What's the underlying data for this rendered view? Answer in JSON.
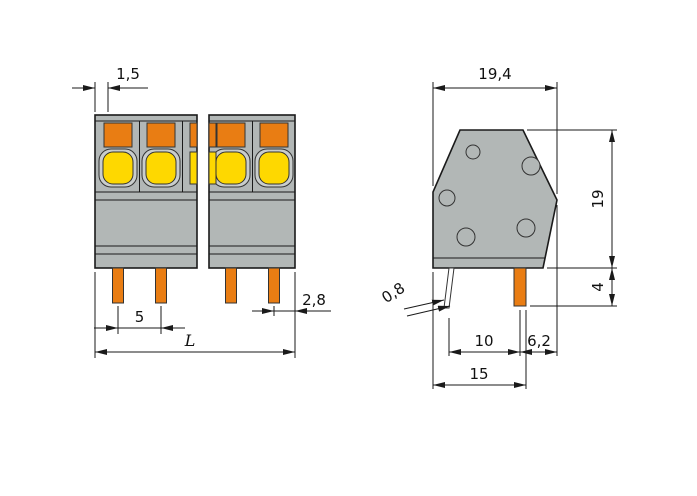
{
  "drawing": {
    "front": {
      "dim_1_5": "1,5",
      "dim_5": "5",
      "dim_2_8": "2,8",
      "dim_L": "L"
    },
    "side": {
      "dim_19_4": "19,4",
      "dim_19": "19",
      "dim_4": "4",
      "dim_0_8": "0,8",
      "dim_10": "10",
      "dim_6_2": "6,2",
      "dim_15": "15"
    },
    "colors": {
      "body": "#b2b7b6",
      "recess": "#c9cdcc",
      "actuator_orange": "#e97d13",
      "button_yellow": "#fed800",
      "pin_metal": "#ffffff",
      "line": "#1a1a1a"
    }
  }
}
